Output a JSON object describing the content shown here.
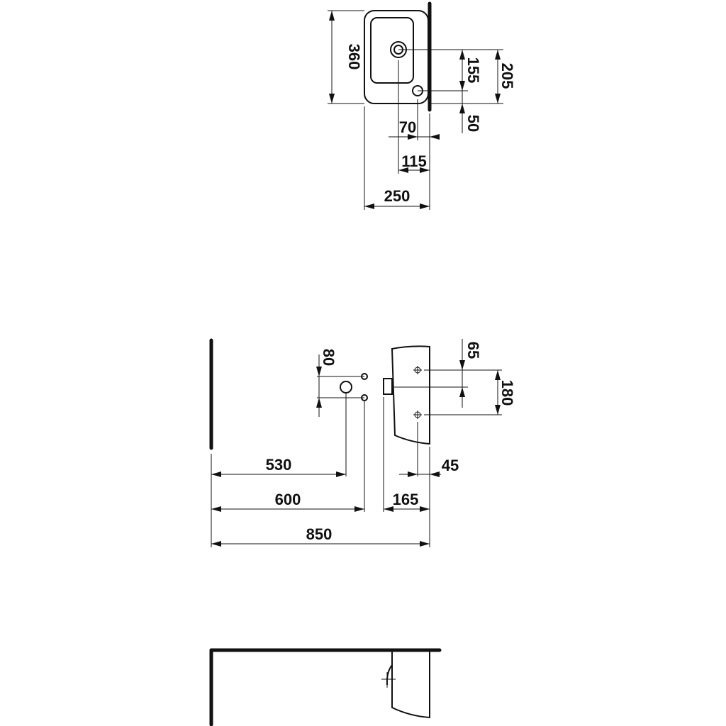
{
  "drawing": {
    "top_view": {
      "dims": {
        "depth": "360",
        "tap_to_waste": "155",
        "tap_to_edge": "205",
        "waste_to_edge": "50",
        "waste_offset": "70",
        "tap_offset": "115",
        "width": "250"
      }
    },
    "wall_view": {
      "dims": {
        "fixing_spacing": "80",
        "fixing_top": "65",
        "fixing_spacing_side": "180",
        "waste_height": "530",
        "fixing_height": "600",
        "rim_height": "850",
        "projection": "165",
        "waste_projection": "45"
      }
    }
  }
}
